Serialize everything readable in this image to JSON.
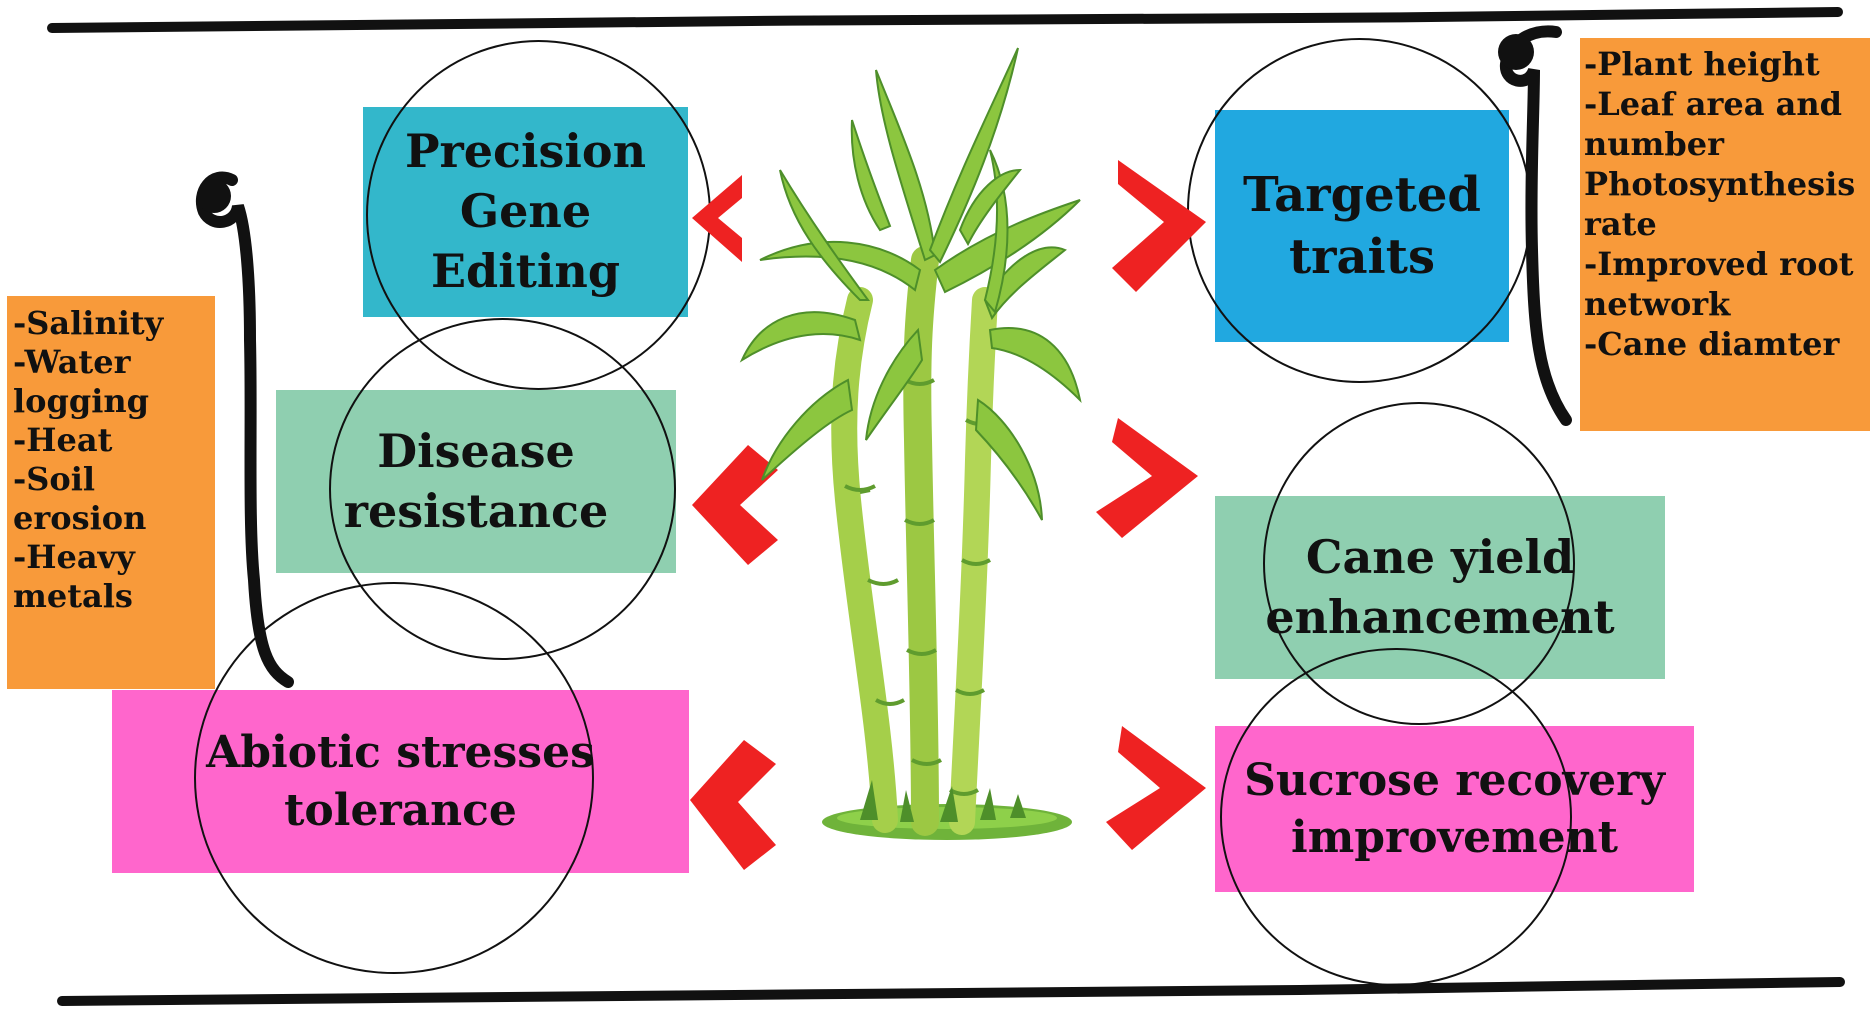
{
  "colors": {
    "teal": "#33b7cb",
    "blue": "#21a8e0",
    "mint": "#8fcfb0",
    "pink": "#ff66cc",
    "orange": "#f89a3a",
    "arrow_red": "#ee2222",
    "leaf_green": "#8cc63f",
    "stem_green": "#a5cf4a",
    "dark_green": "#4e8f2a",
    "ground_green": "#6fb33a",
    "outline": "#111111"
  },
  "left_boxes": {
    "gene_editing": {
      "lines": [
        "Precision",
        "Gene",
        "Editing"
      ]
    },
    "disease": {
      "lines": [
        "Disease",
        "resistance"
      ]
    },
    "abiotic": {
      "lines": [
        "Abiotic stresses",
        "tolerance"
      ]
    }
  },
  "right_boxes": {
    "targeted": {
      "lines": [
        "Targeted",
        "traits"
      ]
    },
    "cane_yield": {
      "lines": [
        "Cane yield",
        "enhancement"
      ]
    },
    "sucrose": {
      "lines": [
        "Sucrose recovery",
        "improvement"
      ]
    }
  },
  "abiotic_list": {
    "items": [
      "-Salinity",
      "-Water\nlogging",
      "-Heat",
      "-Soil\nerosion",
      "-Heavy\nmetals"
    ]
  },
  "traits_list": {
    "items": [
      "-Plant height",
      "-Leaf  area  and\nnumber",
      "Photosynthesis\nrate",
      "-Improved  root\nnetwork",
      "-Cane diamter"
    ]
  },
  "icons": {
    "arrows": "chevron-arrow-icon",
    "plant": "sugarcane-plant-icon",
    "brackets": "curly-bracket-icon"
  }
}
